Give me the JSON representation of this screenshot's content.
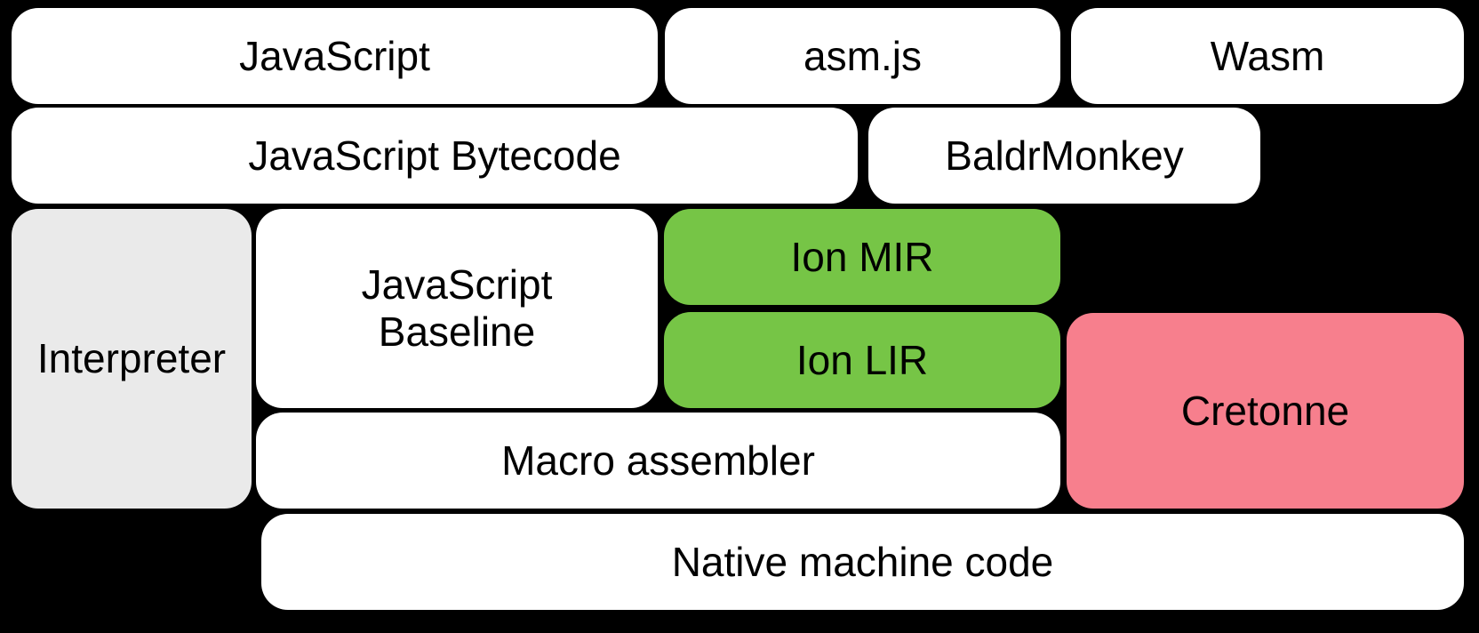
{
  "diagram": {
    "background": "#000000",
    "text_color": "#000000",
    "palette": {
      "box_white": "#ffffff",
      "interpreter_gray": "#eaeaea",
      "ion_green": "#76c546",
      "cretonne_pink": "#f77f8d"
    },
    "boxes": [
      {
        "id": "javascript",
        "label": "JavaScript",
        "fill": "#ffffff"
      },
      {
        "id": "asmjs",
        "label": "asm.js",
        "fill": "#ffffff"
      },
      {
        "id": "wasm",
        "label": "Wasm",
        "fill": "#ffffff"
      },
      {
        "id": "javascript-bytecode",
        "label": "JavaScript Bytecode",
        "fill": "#ffffff"
      },
      {
        "id": "baldrmonkey",
        "label": "BaldrMonkey",
        "fill": "#ffffff"
      },
      {
        "id": "interpreter",
        "label": "Interpreter",
        "fill": "#eaeaea"
      },
      {
        "id": "javascript-baseline",
        "label": "JavaScript\nBaseline",
        "fill": "#ffffff"
      },
      {
        "id": "ion-mir",
        "label": "Ion MIR",
        "fill": "#76c546"
      },
      {
        "id": "ion-lir",
        "label": "Ion LIR",
        "fill": "#76c546"
      },
      {
        "id": "cretonne",
        "label": "Cretonne",
        "fill": "#f77f8d"
      },
      {
        "id": "macro-assembler",
        "label": "Macro assembler",
        "fill": "#ffffff"
      },
      {
        "id": "native-machine-code",
        "label": "Native machine code",
        "fill": "#ffffff"
      }
    ]
  }
}
